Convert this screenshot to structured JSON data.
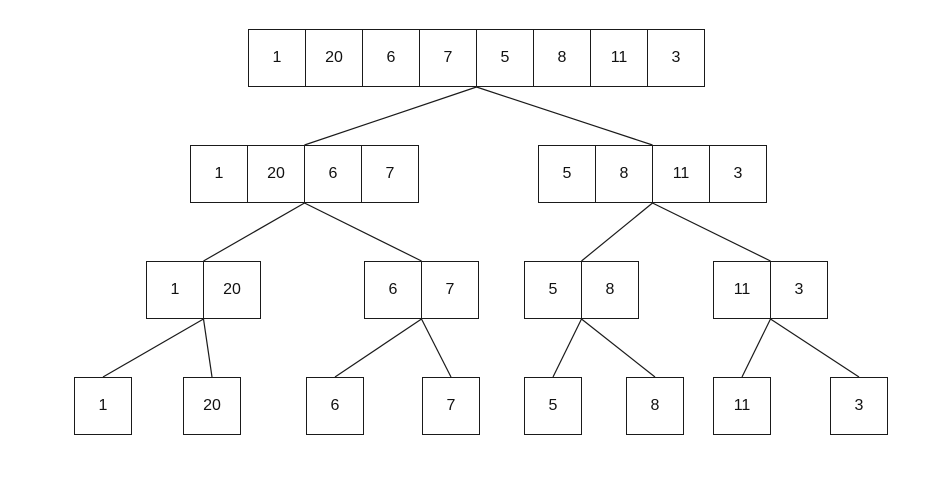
{
  "tree": {
    "levels": [
      {
        "nodes": [
          {
            "values": [
              "1",
              "20",
              "6",
              "7",
              "5",
              "8",
              "11",
              "3"
            ]
          }
        ]
      },
      {
        "nodes": [
          {
            "values": [
              "1",
              "20",
              "6",
              "7"
            ]
          },
          {
            "values": [
              "5",
              "8",
              "11",
              "3"
            ]
          }
        ]
      },
      {
        "nodes": [
          {
            "values": [
              "1",
              "20"
            ]
          },
          {
            "values": [
              "6",
              "7"
            ]
          },
          {
            "values": [
              "5",
              "8"
            ]
          },
          {
            "values": [
              "11",
              "3"
            ]
          }
        ]
      },
      {
        "nodes": [
          {
            "values": [
              "1"
            ]
          },
          {
            "values": [
              "20"
            ]
          },
          {
            "values": [
              "6"
            ]
          },
          {
            "values": [
              "7"
            ]
          },
          {
            "values": [
              "5"
            ]
          },
          {
            "values": [
              "8"
            ]
          },
          {
            "values": [
              "11"
            ]
          },
          {
            "values": [
              "3"
            ]
          }
        ]
      }
    ],
    "edge_color": "#1a1a1a"
  }
}
